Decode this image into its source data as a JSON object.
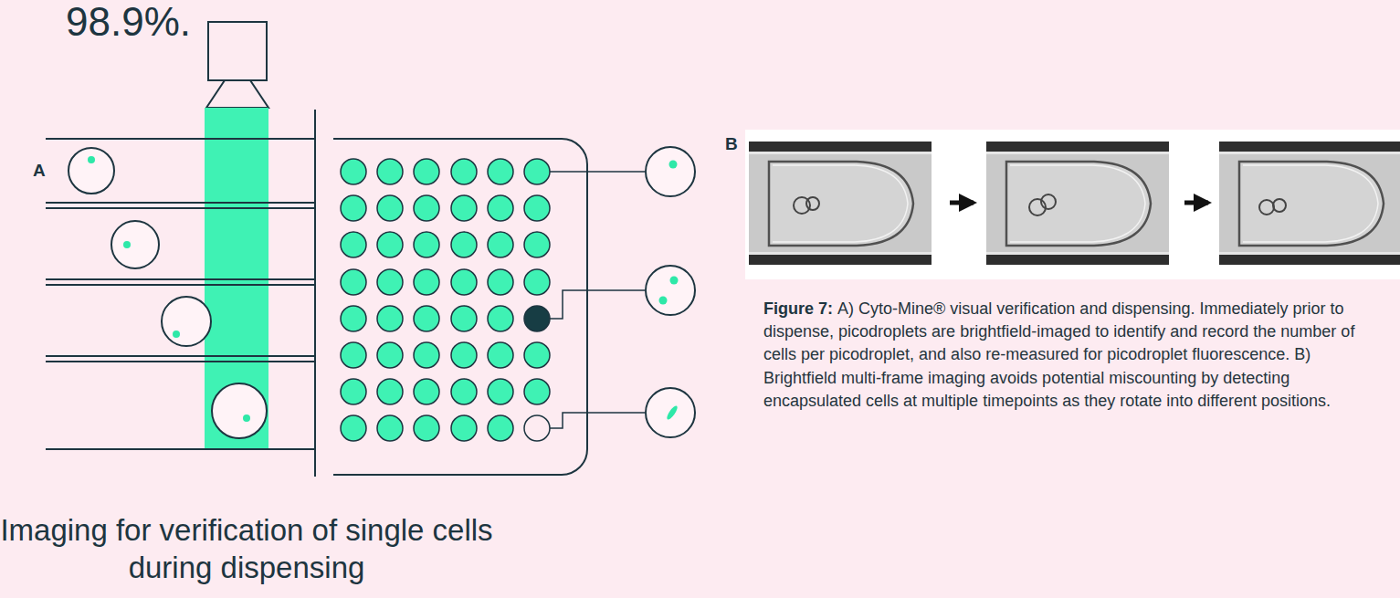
{
  "diagram": {
    "title": "Imaging for verification of single cells during dispensing",
    "caption": "A) Cyto-Mine® visual verification and dispensing. Immediately prior to dispense, picodroplets are brightfield-imaged to identify and record the number of cells per picodroplet, and also re-measured for picodroplet fluorescence. B) Brightfield multi-frame imaging avoids potential miscounting by detecting encapsulated cells at multiple timepoints as they rotate into different positions.",
    "labels": [
      "98.9%.",
      "A",
      "B",
      "Figure 7:"
    ]
  }
}
